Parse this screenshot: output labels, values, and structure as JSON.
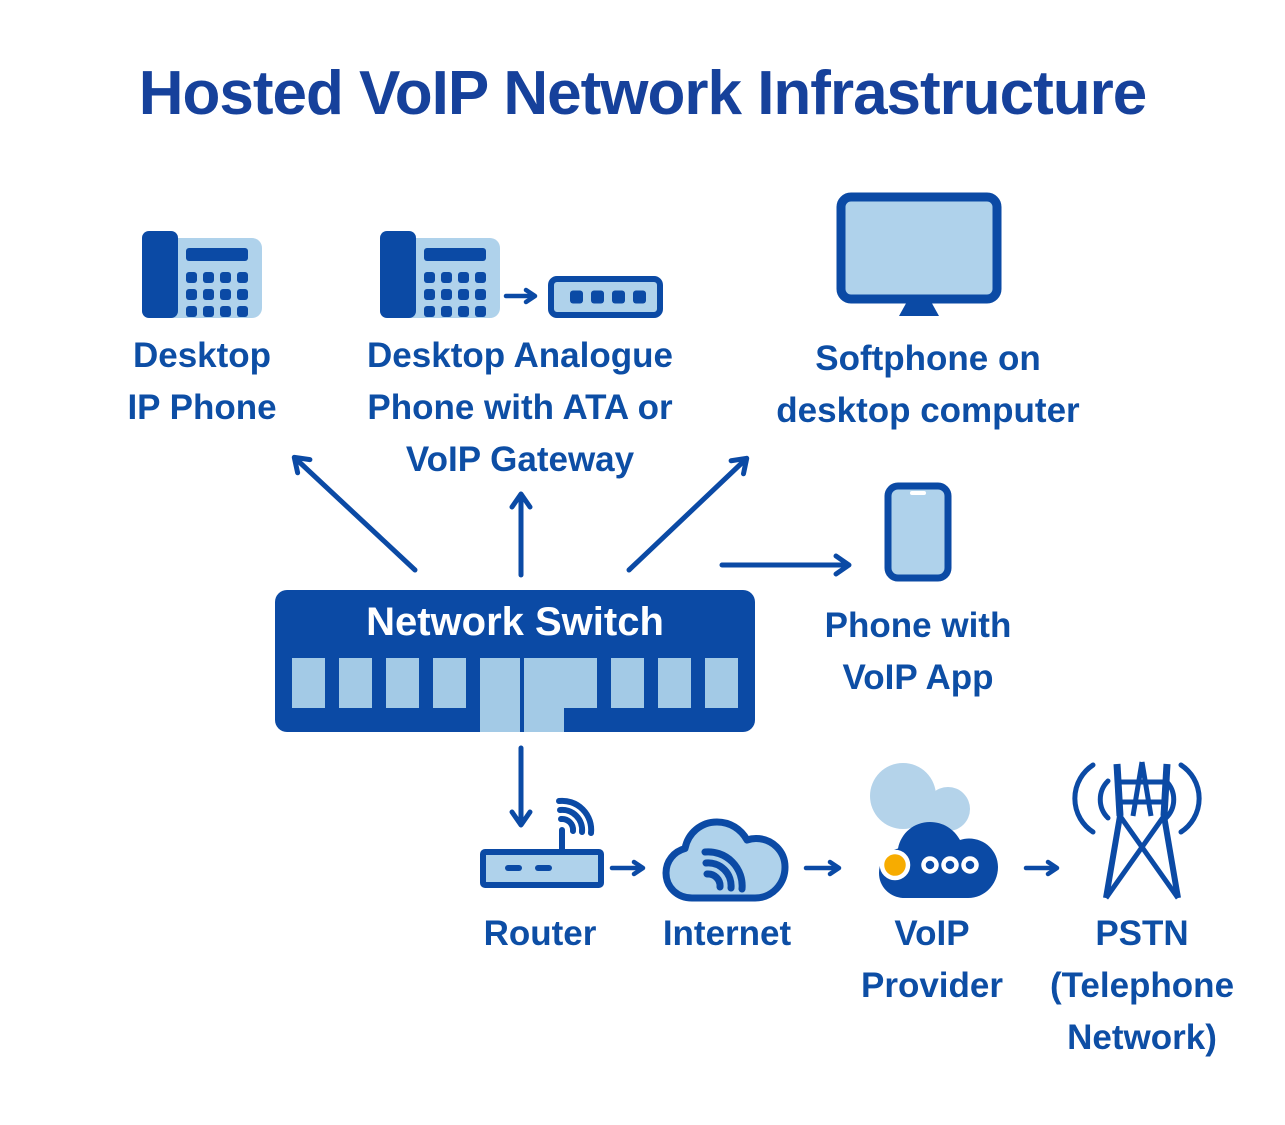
{
  "title": "Hosted VoIP Network Infrastructure",
  "colors": {
    "title_text": "#16419B",
    "label_text": "#0D4EA5",
    "primary_dark": "#0B4AA5",
    "icon_light": "#AFD2EB",
    "port_light": "#A3CAE6",
    "back_cloud": "#B4D3EA",
    "accent_yellow": "#F7AC00",
    "switch_text": "#FFFFFF",
    "background": "#FFFFFF"
  },
  "nodes": {
    "desktop_ip_phone": {
      "lines": [
        "Desktop",
        "IP Phone"
      ]
    },
    "analogue_phone": {
      "lines": [
        "Desktop Analogue",
        "Phone with ATA or",
        "VoIP Gateway"
      ]
    },
    "softphone": {
      "lines": [
        "Softphone on",
        "desktop computer"
      ]
    },
    "network_switch": {
      "label": "Network Switch"
    },
    "voip_phone": {
      "lines": [
        "Phone with",
        "VoIP App"
      ]
    },
    "router": {
      "label": "Router"
    },
    "internet": {
      "label": "Internet"
    },
    "voip_provider": {
      "lines": [
        "VoIP",
        "Provider"
      ]
    },
    "pstn": {
      "lines": [
        "PSTN",
        "(Telephone",
        "Network)"
      ]
    }
  },
  "icons": {
    "desktop-ip-phone-icon": "desk telephone with keypad",
    "desktop-analogue-phone-icon": "desk telephone with keypad",
    "ata-box-icon": "ATA / VoIP gateway box with ports",
    "monitor-icon": "desktop computer monitor",
    "smartphone-icon": "mobile phone",
    "network-switch-box": "switch chassis with ports",
    "router-icon": "router with wifi antenna",
    "internet-cloud-icon": "cloud with signal waves",
    "voip-provider-cloud-icon": "double cloud with call indicator dots",
    "pstn-tower-icon": "telecom lattice tower with radio waves"
  },
  "connections": [
    "network-switch to desktop-ip-phone",
    "network-switch to analogue-phone",
    "network-switch to softphone",
    "network-switch to voip-phone",
    "network-switch to router",
    "analogue-phone to ata-box",
    "router to internet",
    "internet to voip-provider",
    "voip-provider to pstn"
  ]
}
